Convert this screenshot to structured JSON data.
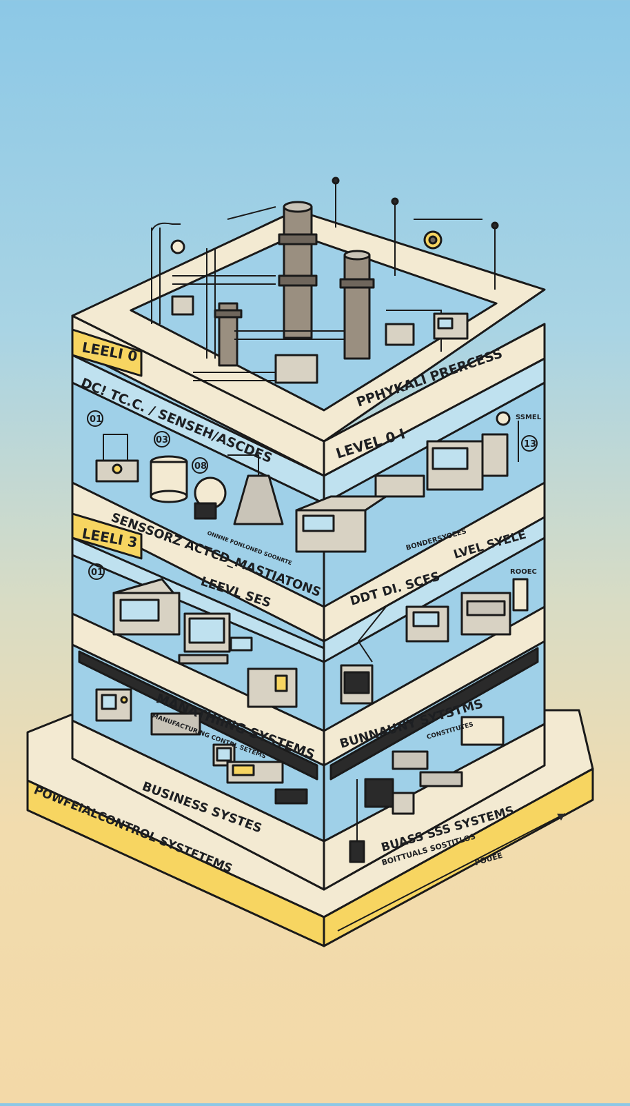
{
  "labels": {
    "level0_tag": "LEELI 0",
    "physical_process": "PPHYKALI PRERCESS",
    "dc_sensors": "DC! TC.C. / SENSEH/ASCDES",
    "level01": "LEVEL 0 I",
    "sensors_actuators": "SENSSORZ ACTCD_MASTIATONS",
    "level3_tag": "LEELI 3",
    "level_ses": "LEEVL SES",
    "dcs_left": "DDT DI. SCES",
    "level_syele": "LVEL SYELE",
    "manufacturing": "MANATHIING SYSTEMS",
    "business_mid": "BUNNAUNY SYTSTMS",
    "business_systes": "BUSINESS SYSTES",
    "buass_systems": "BUASS SSS SYSTEMS",
    "buass_sub": "BOITTUALS SOSTITLOS",
    "powerful_control": "POWFEIALCONTROL SYSTETEMS",
    "pouee": "POUEE",
    "small_a": "ONNNE FONLONED SOONRTE",
    "small_b": "BONDERSYOEES",
    "small_c": "SSMEL",
    "small_d": "ROOEC",
    "small_e": "MANUFACTURING CONTRL SETEMS",
    "small_f": "CONSTITUTES",
    "num1": "01",
    "num2": "03",
    "num3": "13",
    "num4": "08",
    "num5": "01"
  }
}
